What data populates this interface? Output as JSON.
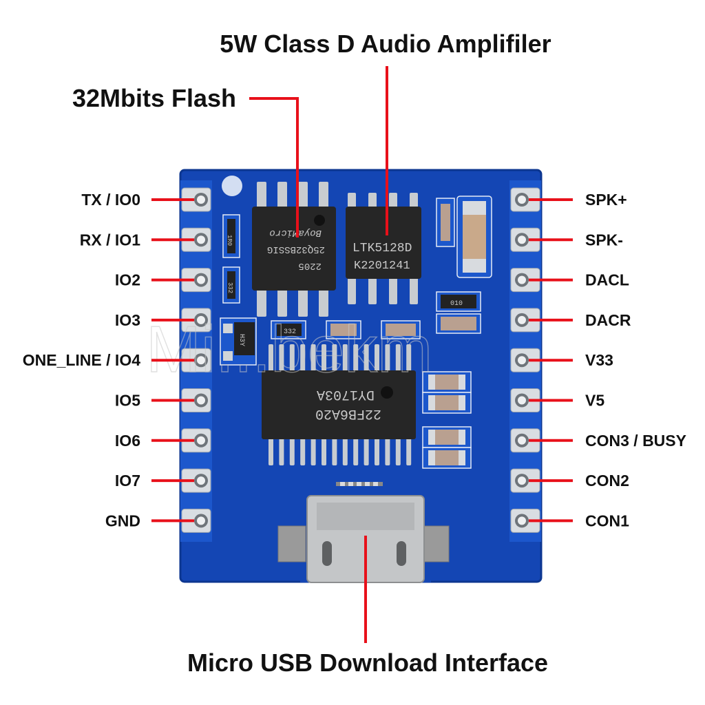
{
  "titles": {
    "amplifier": "5W Class D Audio Amplifiler",
    "flash": "32Mbits Flash",
    "usb": "Micro USB Download Interface"
  },
  "left_pins": [
    "TX / IO0",
    "RX / IO1",
    "IO2",
    "IO3",
    "ONE_LINE / IO4",
    "IO5",
    "IO6",
    "IO7",
    "GND"
  ],
  "right_pins": [
    "SPK+",
    "SPK-",
    "DACL",
    "DACR",
    "V33",
    "V5",
    "CON3 / BUSY",
    "CON2",
    "CON1"
  ],
  "chips": {
    "flash": {
      "line1": "2205",
      "line2": "25Q32BSSIG",
      "line3": "BoyaMicro"
    },
    "amp": {
      "line1": "LTK5128D",
      "line2": "K2201241"
    },
    "main": {
      "line1": "22FB6A20",
      "line2": "DY1703A"
    }
  },
  "small_parts": {
    "r_top": "1R0",
    "r_left": "332",
    "r_mid": "332",
    "r_right": "010",
    "transistor": "H3Y"
  },
  "watermark": "Mi...bekm",
  "colors": {
    "pcb": "#1446b4",
    "pcb_edge": "#0c3690",
    "pad": "#d9dde2",
    "leader": "#e8101a",
    "chip": "#262626"
  }
}
